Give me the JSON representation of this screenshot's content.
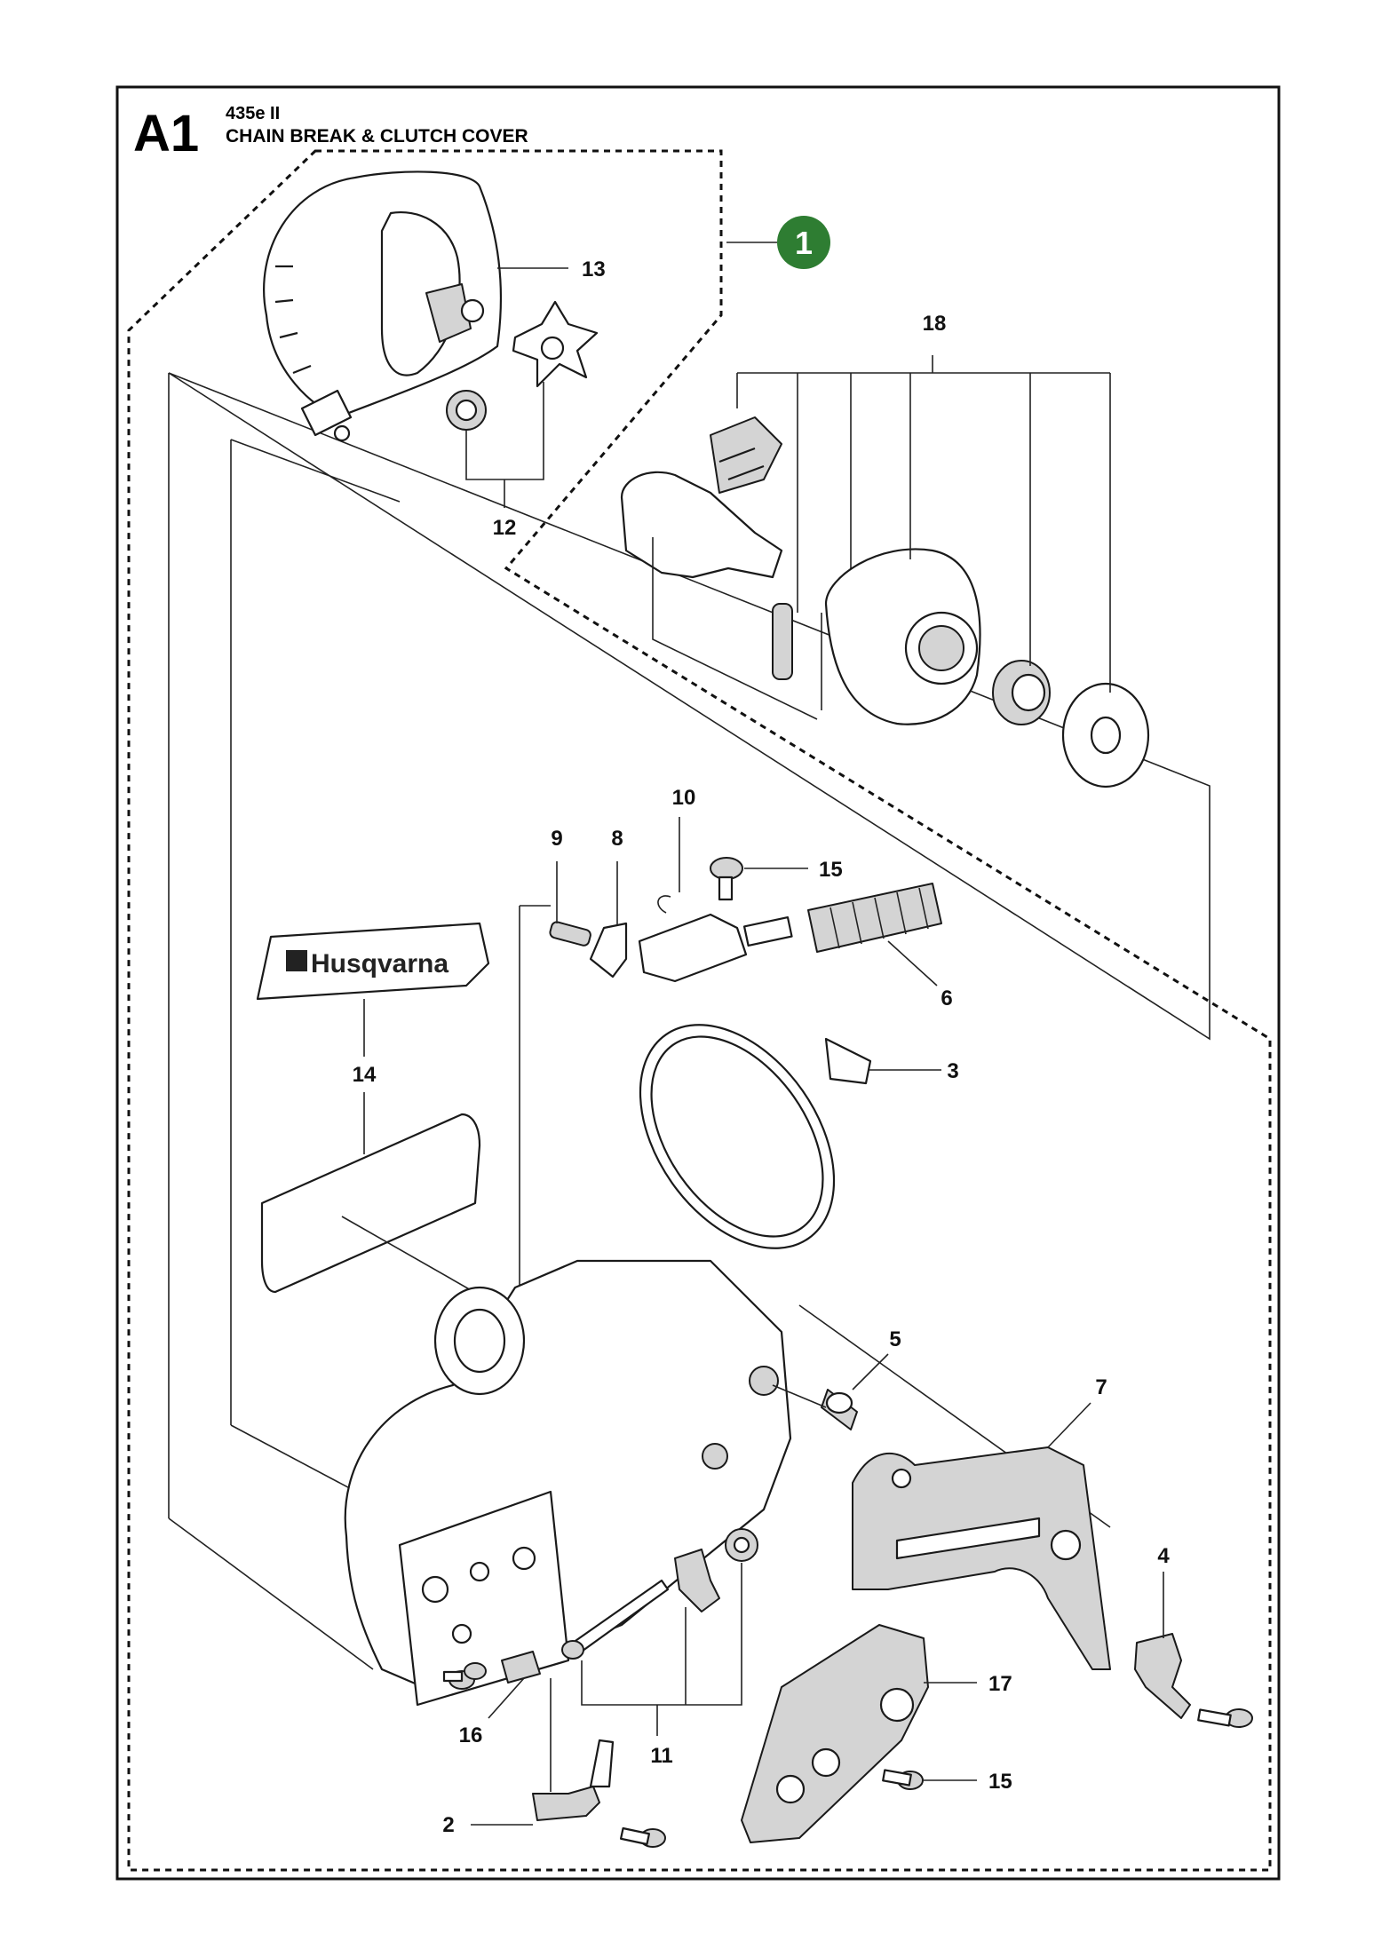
{
  "header": {
    "section_code": "A1",
    "model": "435e II",
    "subtitle": "CHAIN BREAK & CLUTCH COVER"
  },
  "badge": {
    "number": "1",
    "color": "#2e7d32"
  },
  "brand_label": {
    "text": "Husqvarna"
  },
  "callouts": [
    "2",
    "3",
    "4",
    "5",
    "6",
    "7",
    "8",
    "9",
    "10",
    "11",
    "12",
    "13",
    "14",
    "15",
    "15",
    "16",
    "17",
    "18"
  ]
}
